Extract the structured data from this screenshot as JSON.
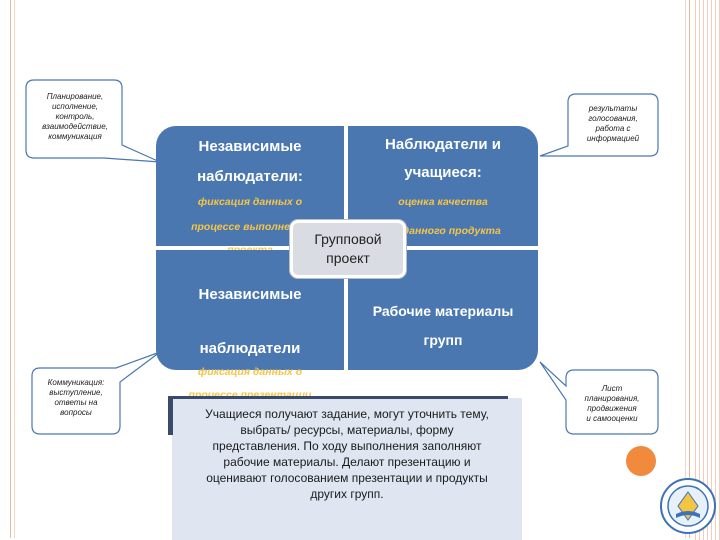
{
  "quadrants": {
    "top_left": {
      "title_1": "Независимые",
      "title_2": "наблюдатели:",
      "sub_1": "фиксация данных о",
      "sub_2": "процессе выполнения",
      "sub_3": "проекта"
    },
    "top_right": {
      "title_1": "Наблюдатели и",
      "title_2": "учащиеся:",
      "sub_1": "оценка качества",
      "sub_2": "созданного продукта"
    },
    "bottom_left": {
      "title_1": "Независимые",
      "title_2": "наблюдатели",
      "sub_1": "фиксация данных о",
      "sub_2": "процессе презентации"
    },
    "bottom_right": {
      "title_1": "Рабочие материалы",
      "title_2": "групп"
    }
  },
  "center": {
    "line_1": "Групповой",
    "line_2": "проект"
  },
  "callouts": {
    "top_left": [
      "Планирование,",
      "исполнение,",
      "контроль,",
      "взаимодействие,",
      "коммуникация"
    ],
    "top_right": [
      "результаты",
      "голосования,",
      "работа с",
      "информацией"
    ],
    "bottom_left": [
      "Коммуникация:",
      "выступление,",
      "ответы на",
      "вопросы"
    ],
    "bottom_right": [
      "Лист",
      "планирования,",
      "продвижения",
      "и самооценки"
    ]
  },
  "body_text": {
    "line_1": "Учащиеся получают задание, могут уточнить тему,",
    "line_2": "выбрать/ ресурсы, материалы, форму",
    "line_3": "представления. По ходу выполнения заполняют",
    "line_4": "рабочие материалы. Делают презентацию и",
    "line_5": "оценивают голосованием презентации и продукты",
    "line_6": "других групп."
  },
  "colors": {
    "quadrant_fill": "#4a77b0",
    "subtitle_text": "#f7c545",
    "center_fill": "#d9dce3",
    "panel_fill": "#dfe6f2",
    "accent_orange": "#f28a3e"
  }
}
